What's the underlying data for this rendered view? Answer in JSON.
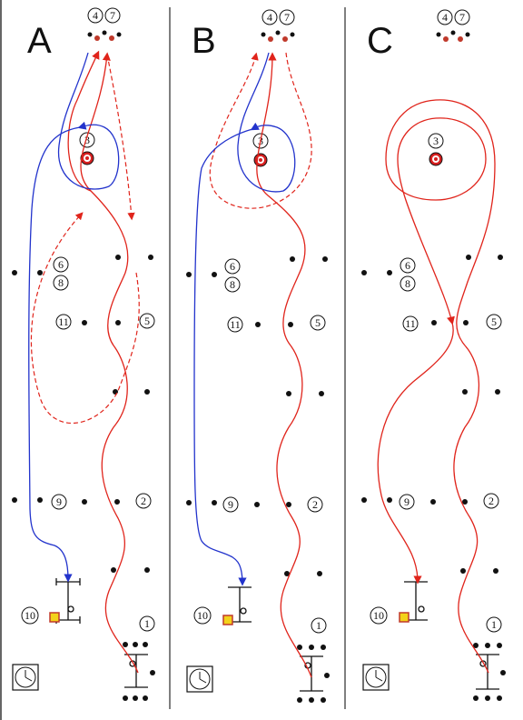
{
  "panels": [
    {
      "letter": "A"
    },
    {
      "letter": "B"
    },
    {
      "letter": "C"
    }
  ],
  "markers": {
    "m1": "1",
    "m2": "2",
    "m3": "3",
    "m4": "4",
    "m5": "5",
    "m6": "6",
    "m7": "7",
    "m8": "8",
    "m9": "9",
    "m10": "10",
    "m11": "11"
  },
  "colors": {
    "red_route": "#e0241b",
    "blue_route": "#2233cc",
    "divider": "#555555",
    "target_fill": "#d62020",
    "start_box": "#f3d21a"
  },
  "icons": [
    "clock-icon",
    "target-icon",
    "start-box-icon",
    "chassis-icon"
  ]
}
